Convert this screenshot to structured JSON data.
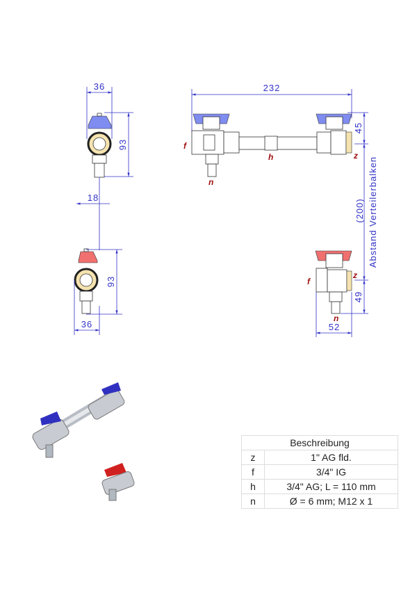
{
  "dimensions": {
    "side_top_width": "36",
    "side_top_height": "93",
    "offset": "18",
    "side_bottom_height": "93",
    "side_bottom_width": "36",
    "total_length": "232",
    "top_height": "45",
    "distance_value": "(200)",
    "distance_label": "Abstand Verteilerbalken",
    "bottom_height": "49",
    "bottom_width": "52"
  },
  "labels": {
    "f": "f",
    "h": "h",
    "n": "n",
    "z": "z"
  },
  "table": {
    "header": "Beschreibung",
    "rows": [
      {
        "key": "z",
        "value": "1\" AG fld."
      },
      {
        "key": "f",
        "value": "3/4\" IG"
      },
      {
        "key": "h",
        "value": "3/4\" AG; L = 110 mm"
      },
      {
        "key": "n",
        "value": "Ø = 6 mm; M12 x 1"
      }
    ]
  },
  "colors": {
    "dimension": "#3232c8",
    "label": "#a01010",
    "handle_blue": "#7f8cf0",
    "handle_red": "#f07070"
  }
}
